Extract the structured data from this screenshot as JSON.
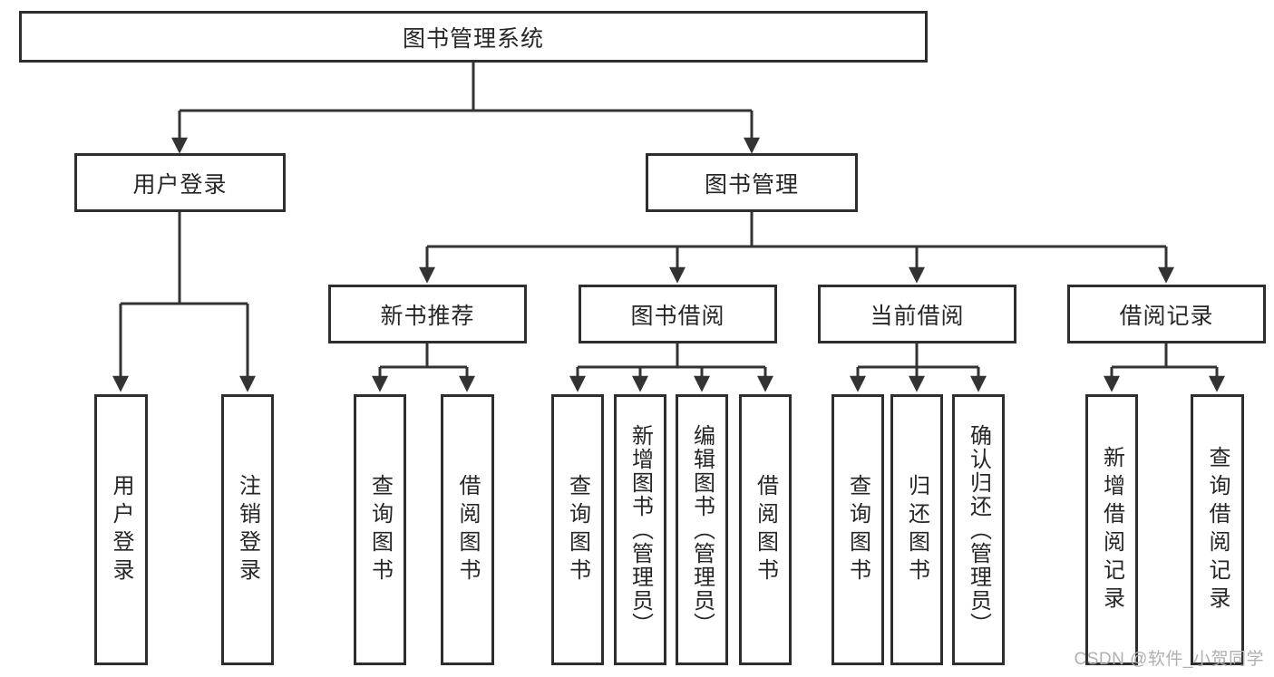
{
  "tree": {
    "root": {
      "label": "图书管理系统",
      "children": [
        {
          "label": "用户登录",
          "children": [
            {
              "label": "用户登录"
            },
            {
              "label": "注销登录"
            }
          ]
        },
        {
          "label": "图书管理",
          "children": [
            {
              "label": "新书推荐",
              "children": [
                {
                  "label": "查询图书"
                },
                {
                  "label": "借阅图书"
                }
              ]
            },
            {
              "label": "图书借阅",
              "children": [
                {
                  "label": "查询图书"
                },
                {
                  "label": "新增图书（管理员）"
                },
                {
                  "label": "编辑图书（管理员）"
                },
                {
                  "label": "借阅图书"
                }
              ]
            },
            {
              "label": "当前借阅",
              "children": [
                {
                  "label": "查询图书"
                },
                {
                  "label": "归还图书"
                },
                {
                  "label": "确认归还（管理员）"
                }
              ]
            },
            {
              "label": "借阅记录",
              "children": [
                {
                  "label": "新增借阅记录"
                },
                {
                  "label": "查询借阅记录"
                }
              ]
            }
          ]
        }
      ]
    }
  },
  "watermark": {
    "text": "CSDN @软件_小贺同学"
  },
  "colors": {
    "line": "#333333",
    "border": "#2e2e2e",
    "text": "#262626",
    "watermark": "#b0b0b0",
    "bg": "#ffffff"
  }
}
